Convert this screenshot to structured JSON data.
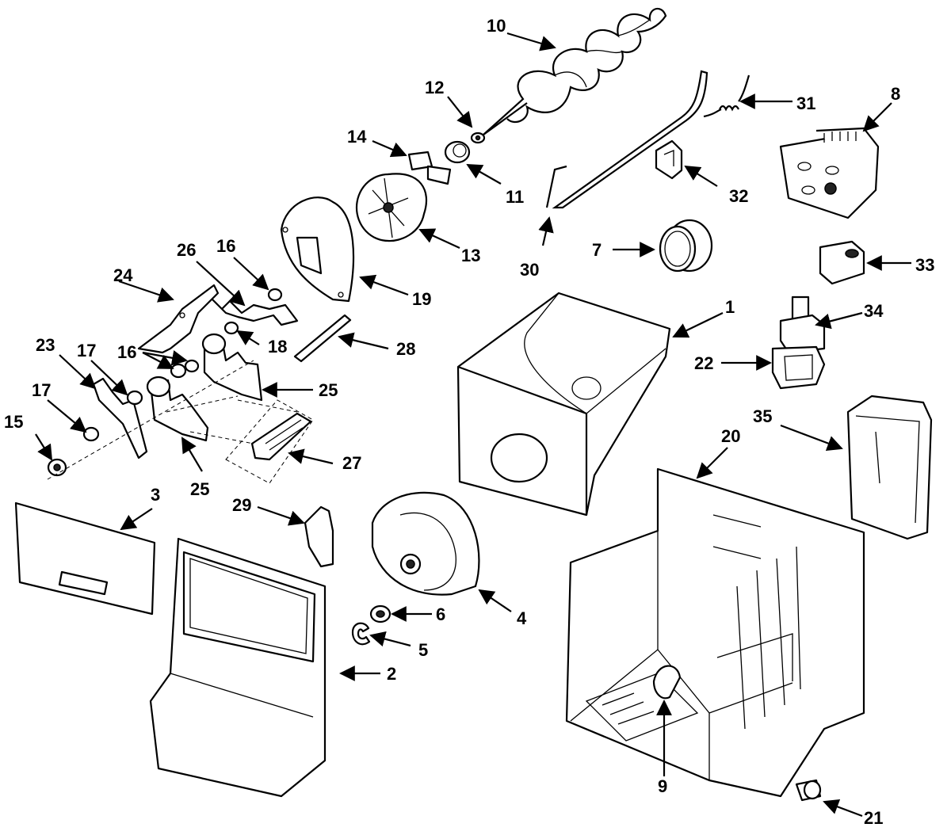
{
  "labels": {
    "l1": "1",
    "l2": "2",
    "l3": "3",
    "l4": "4",
    "l5": "5",
    "l6": "6",
    "l7": "7",
    "l8": "8",
    "l9": "9",
    "l10": "10",
    "l11": "11",
    "l12": "12",
    "l13": "13",
    "l14": "14",
    "l15": "15",
    "l16a": "16",
    "l16b": "16",
    "l17a": "17",
    "l17b": "17",
    "l18": "18",
    "l19": "19",
    "l20": "20",
    "l21": "21",
    "l22": "22",
    "l23": "23",
    "l24": "24",
    "l25a": "25",
    "l25b": "25",
    "l26": "26",
    "l27": "27",
    "l28": "28",
    "l29": "29",
    "l30": "30",
    "l31": "31",
    "l32": "32",
    "l33": "33",
    "l34": "34",
    "l35": "35"
  }
}
